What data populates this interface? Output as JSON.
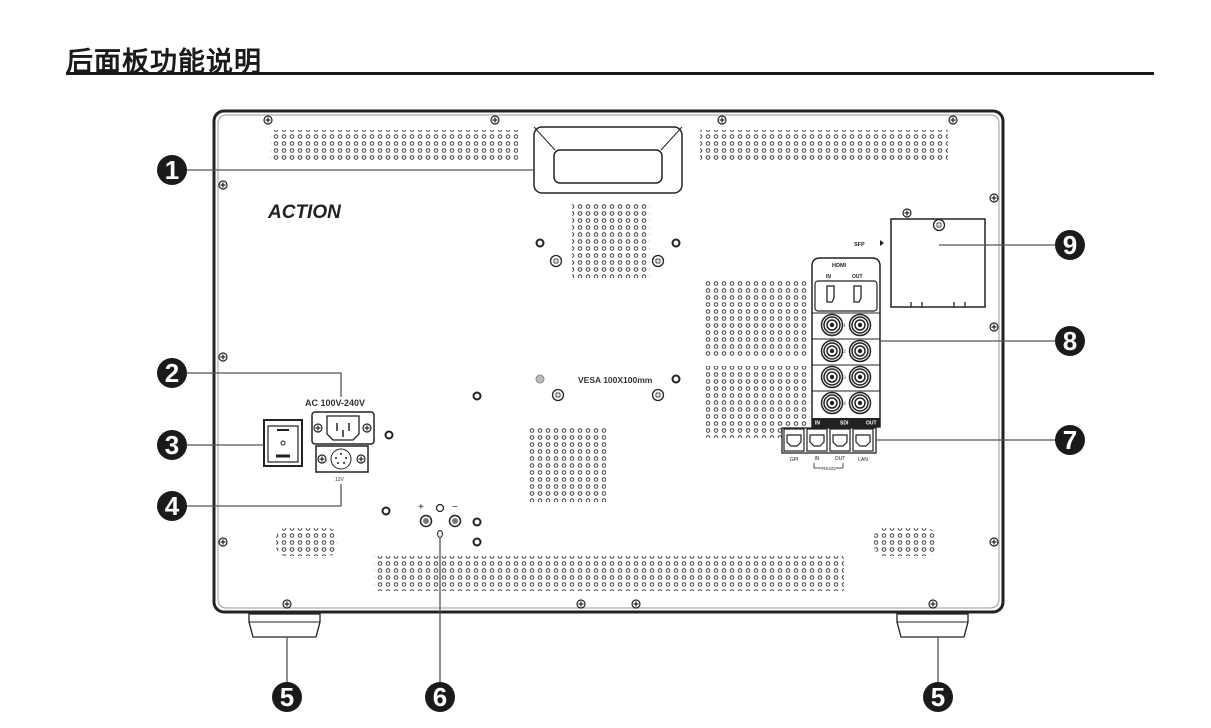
{
  "page": {
    "title": "后面板功能说明"
  },
  "device": {
    "brand": "ACTION",
    "vesa_label": "VESA 100X100mm",
    "power_label": "AC 100V-240V",
    "dc_label": "12V",
    "sfp_label": "SFP",
    "hdmi": {
      "title": "HDMI",
      "in": "IN",
      "out": "OUT"
    },
    "sdi": {
      "in": "IN",
      "label": "SDI",
      "out": "OUT",
      "channels": [
        "1",
        "2",
        "3",
        "4"
      ]
    },
    "rj45_ports": {
      "gpi": "GPI",
      "in": "IN",
      "out": "OUT",
      "rs": "RS422",
      "lan": "LAN"
    },
    "tally_plus": "+",
    "tally_minus": "−"
  },
  "callouts": [
    "1",
    "2",
    "3",
    "4",
    "5",
    "6",
    "7",
    "8",
    "9"
  ],
  "colors": {
    "ink": "#1a1a1a",
    "line": "#555555",
    "badge": "#1a1a1a"
  }
}
